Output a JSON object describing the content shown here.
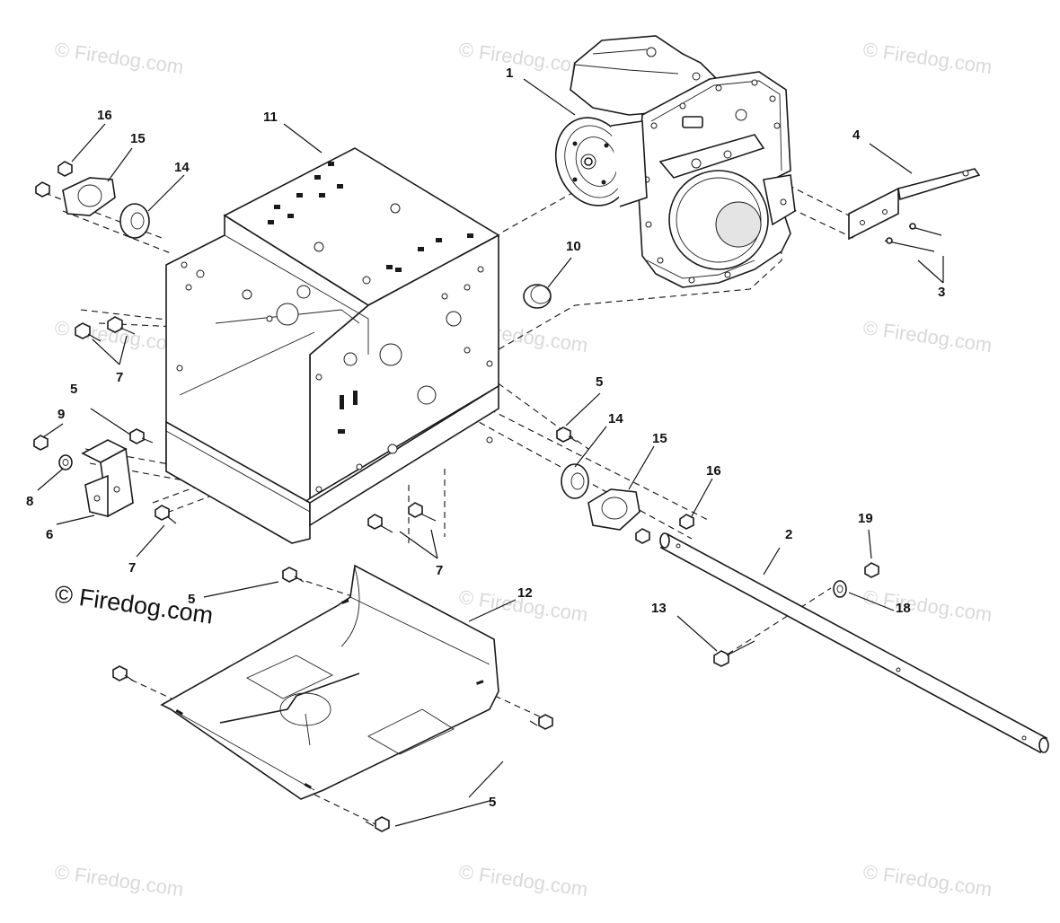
{
  "watermark": {
    "text": "© Firedog.com",
    "prominent_text": "© Firedog.com"
  },
  "callouts": {
    "c1": "1",
    "c2": "2",
    "c3": "3",
    "c4": "4",
    "c5a": "5",
    "c5b": "5",
    "c5c": "5",
    "c5d": "5",
    "c6": "6",
    "c7a": "7",
    "c7b": "7",
    "c7c": "7",
    "c8": "8",
    "c9": "9",
    "c10": "10",
    "c11": "11",
    "c12": "12",
    "c13": "13",
    "c14a": "14",
    "c14b": "14",
    "c15a": "15",
    "c15b": "15",
    "c16a": "16",
    "c16b": "16",
    "c18": "18",
    "c19": "19"
  },
  "colors": {
    "line": "#1a1a1a",
    "watermark": "#d9d9d9",
    "background": "#ffffff"
  }
}
